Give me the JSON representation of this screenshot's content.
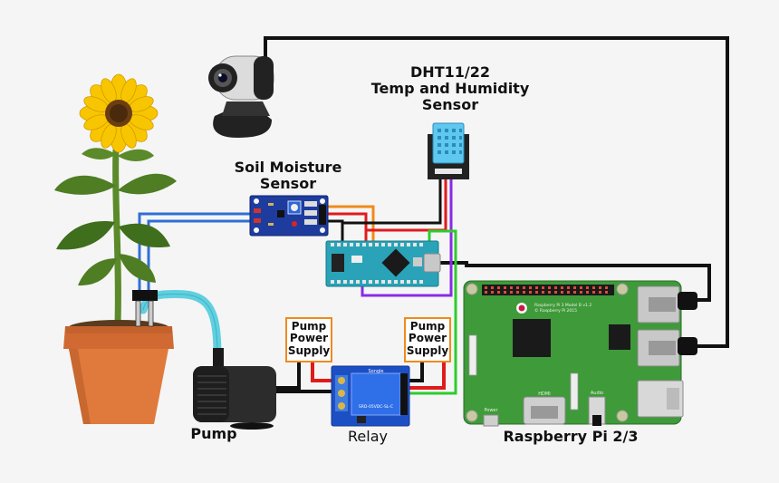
{
  "labels": {
    "dht_line1": "DHT11/22",
    "dht_line2": "Temp and Humidity",
    "dht_line3": "Sensor",
    "soil_line1": "Soil Moisture",
    "soil_line2": "Sensor",
    "pump": "Pump",
    "relay": "Relay",
    "raspberry_pi": "Raspberry Pi 2/3"
  },
  "power_supply_left": {
    "line1": "Pump",
    "line2": "Power",
    "line3": "Supply"
  },
  "power_supply_right": {
    "line1": "Pump",
    "line2": "Power",
    "line3": "Supply"
  },
  "board_text": {
    "relay_brand": "Songle",
    "relay_model": "SRD-05VDC-SL-C",
    "rpi_title": "Raspberry Pi 3 Model B v1.2",
    "rpi_copyright": "© Raspberry Pi 2015",
    "rpi_hdmi": "HDMI",
    "rpi_power": "Power",
    "rpi_audio": "Audio"
  },
  "colors": {
    "wire_black": "#111111",
    "wire_red": "#e01b1b",
    "wire_orange": "#f08a1c",
    "wire_green": "#2ecc2e",
    "wire_purple": "#8a2be2",
    "wire_blue": "#2f6fd6",
    "tube_cyan": "#5fd0e0",
    "rpi_green": "#3f9a3a",
    "arduino_teal": "#2aa3b8",
    "relay_blue": "#1d4fc4",
    "soil_sensor_blue": "#1e3c9e",
    "dht_blue": "#5ec8f0"
  }
}
